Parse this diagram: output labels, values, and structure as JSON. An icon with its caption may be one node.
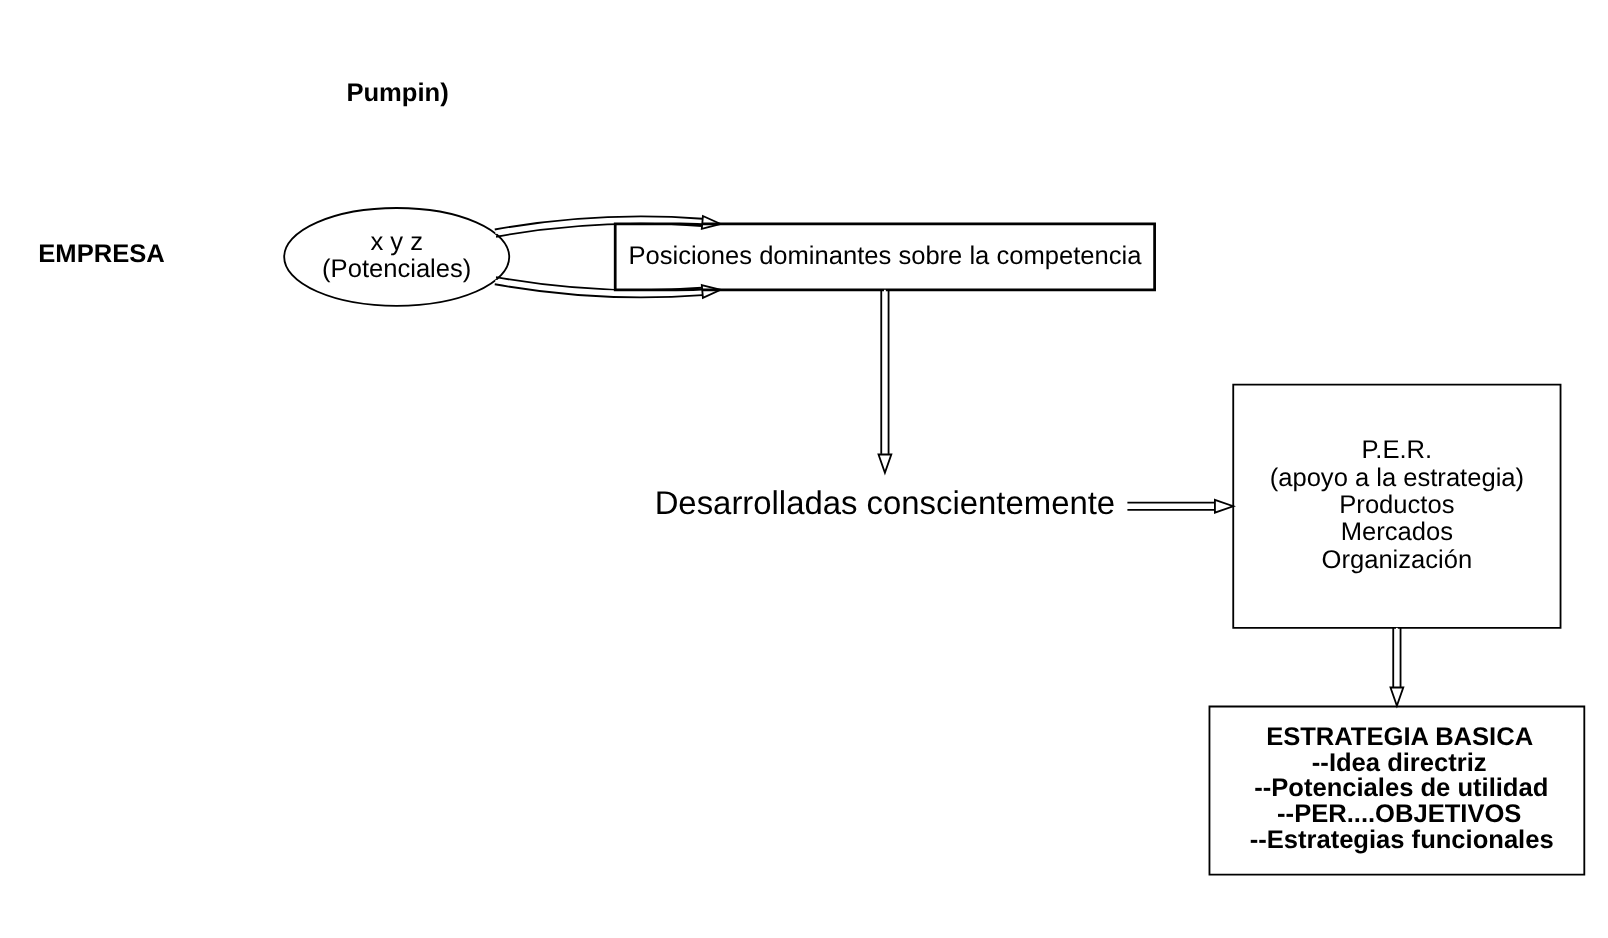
{
  "diagram": {
    "nodes": [
      {
        "text": [
          "x y z",
          "(Potenciales)"
        ]
      },
      {
        "text": [
          "Posiciones dominantes sobre la competencia"
        ]
      },
      {
        "text": [
          "Desarrolladas conscientemente"
        ]
      },
      {
        "text": [
          "P.E.R.",
          "(apoyo a la estrategia)",
          "Productos",
          "Mercados",
          "Organización"
        ]
      },
      {
        "text": [
          "ESTRATEGIA BASICA",
          "--Idea directriz",
          "--Potenciales de utilidad",
          "--PER....OBJETIVOS",
          "--Estrategias funcionales"
        ]
      }
    ],
    "edges": [
      {
        "from": 0,
        "to": 1,
        "arrow": "to"
      },
      {
        "from": 0,
        "to": 1,
        "arrow": "to"
      },
      {
        "from": 1,
        "to": 2,
        "arrow": "to"
      },
      {
        "from": 2,
        "to": 3,
        "arrow": "to"
      },
      {
        "from": 3,
        "to": 4,
        "arrow": "to"
      }
    ],
    "labels": [
      "Pumpin)",
      "EMPRESA"
    ]
  }
}
